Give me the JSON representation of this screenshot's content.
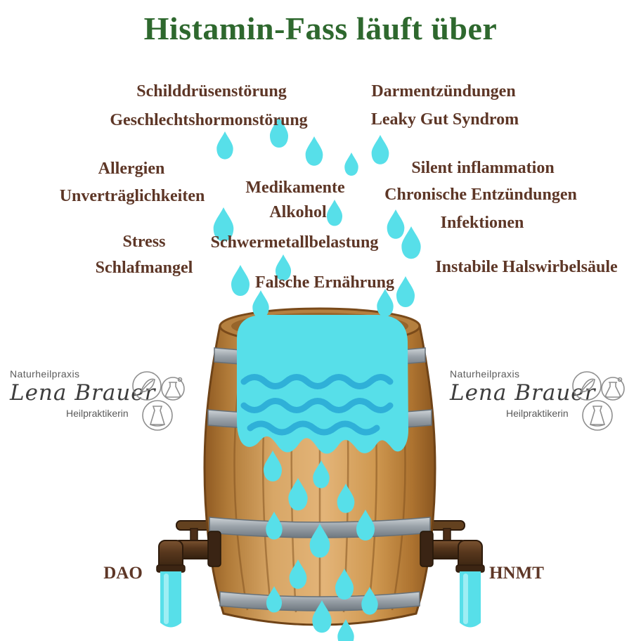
{
  "title": "Histamin-Fass läuft über",
  "causes": [
    "Schilddrüsenstörung",
    "Geschlechtshormonstörung",
    "Darmentzündungen",
    "Leaky Gut Syndrom",
    "Allergien",
    "Unverträglichkeiten",
    "Medikamente",
    "Alkohol",
    "Silent inflammation",
    "Chronische Entzündungen",
    "Infektionen",
    "Stress",
    "Schlafmangel",
    "Schwermetallbelastung",
    "Instabile Halswirbelsäule",
    "Falsche Ernährung"
  ],
  "taps": {
    "left_label": "DAO",
    "right_label": "HNMT"
  },
  "logo": {
    "praxis": "Naturheilpraxis",
    "name": "Lena Brauer",
    "profession": "Heilpraktikerin",
    "icons": [
      "leaf-icon",
      "flask-icon",
      "dress-icon"
    ]
  },
  "colors": {
    "title_green": "#2e682e",
    "label_brown": "#5d3626",
    "water_cyan": "#57dfe9",
    "wave_blue": "#2fb0d8",
    "wood_light": "#e3b478",
    "wood_dark": "#8a5620",
    "band_gray": "#9aa2a9",
    "pipe_brown": "#56361c"
  }
}
